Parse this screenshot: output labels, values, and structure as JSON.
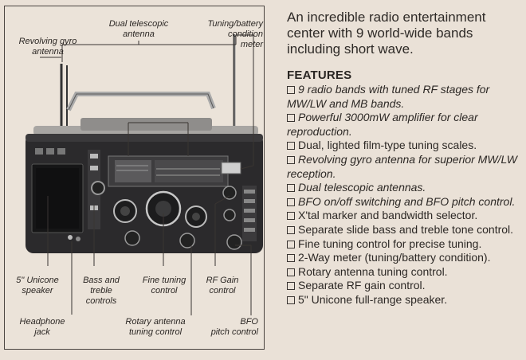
{
  "intro": "An incredible radio entertainment center with 9 world-wide bands including short wave.",
  "features_heading": "FEATURES",
  "features": [
    {
      "text": "9 radio bands with tuned RF stages for MW/LW and MB bands.",
      "italic": true
    },
    {
      "text": "Powerful 3000mW amplifier for clear reproduction.",
      "italic": true
    },
    {
      "text": "Dual, lighted film-type tuning scales.",
      "italic": false
    },
    {
      "text": "Revolving gyro antenna for superior MW/LW reception.",
      "italic": true
    },
    {
      "text": "Dual telescopic antennas.",
      "italic": true
    },
    {
      "text": "BFO on/off switching and BFO pitch control.",
      "italic": true
    },
    {
      "text": "X'tal marker and bandwidth selector.",
      "italic": false
    },
    {
      "text": "Separate slide bass and treble tone control.",
      "italic": false
    },
    {
      "text": "Fine tuning control for precise tuning.",
      "italic": false
    },
    {
      "text": "2-Way meter (tuning/battery condition).",
      "italic": false
    },
    {
      "text": "Rotary antenna tuning control.",
      "italic": false
    },
    {
      "text": "Separate RF gain control.",
      "italic": false
    },
    {
      "text": "5\" Unicone full-range speaker.",
      "italic": false
    }
  ],
  "callouts": {
    "dual_telescopic": "Dual telescopic\nantenna",
    "tuning_battery": "Tuning/battery\ncondition\nmeter",
    "revolving_gyro": "Revolving gyro\nantenna",
    "unicone_speaker": "5\" Unicone\nspeaker",
    "bass_treble": "Bass and\ntreble\ncontrols",
    "fine_tuning": "Fine tuning\ncontrol",
    "rf_gain": "RF Gain\ncontrol",
    "headphone": "Headphone\njack",
    "rotary_antenna": "Rotary antenna\ntuning control",
    "bfo": "BFO\npitch control"
  },
  "colors": {
    "background": "#eae1d7",
    "radio_body": "#2b2a2c",
    "chrome": "#b9b7b4",
    "text": "#2a2623"
  }
}
